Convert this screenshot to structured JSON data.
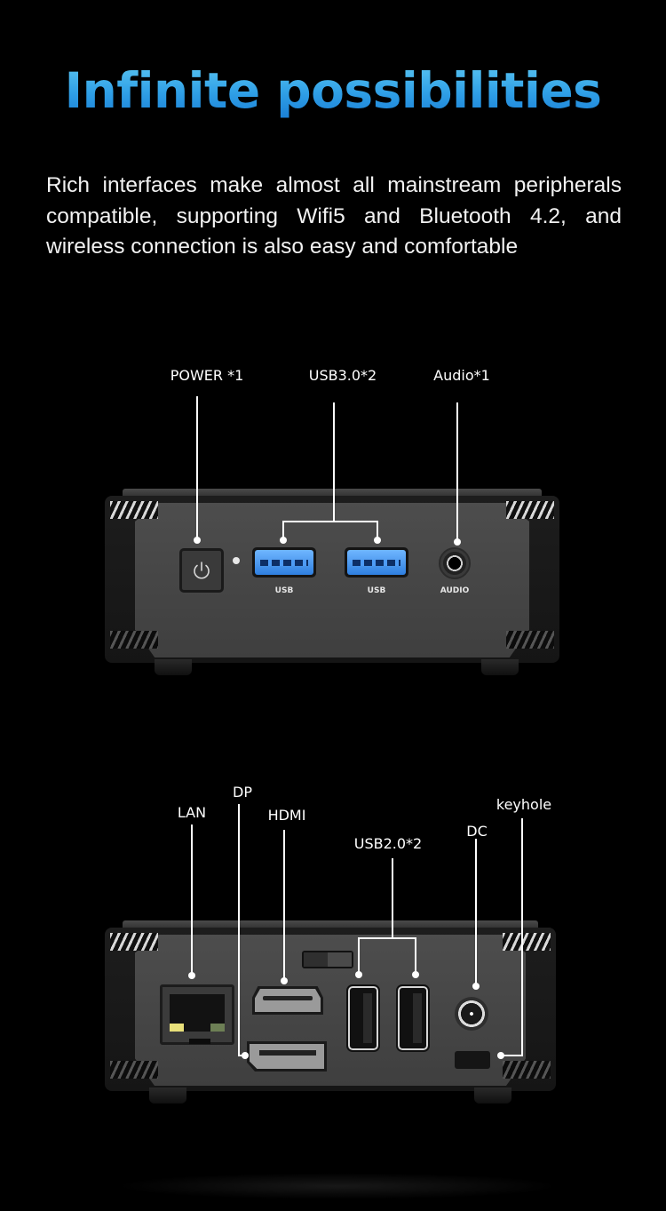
{
  "heading": {
    "title": "Infinite possibilities",
    "description": "Rich interfaces make almost all mainstream peripherals compatible, supporting Wifi5 and Bluetooth 4.2, and wireless connection is also easy and comfortable"
  },
  "colors": {
    "background": "#000000",
    "title_gradient_top": "#5bc6f2",
    "title_gradient_bottom": "#1a7fd6",
    "usb3_blue": "#3c8ef0",
    "chassis": "#474747"
  },
  "front_panel": {
    "callouts": [
      {
        "label": "POWER *1",
        "icon": "power-icon"
      },
      {
        "label": "USB3.0*2",
        "icon": "usb-icon"
      },
      {
        "label": "Audio*1",
        "icon": "audio-jack-icon"
      }
    ],
    "port_labels": [
      "USB",
      "USB",
      "AUDIO"
    ]
  },
  "rear_panel": {
    "callouts": [
      {
        "label": "LAN"
      },
      {
        "label": "DP"
      },
      {
        "label": "HDMI"
      },
      {
        "label": "USB2.0*2"
      },
      {
        "label": "DC"
      },
      {
        "label": "keyhole"
      }
    ]
  }
}
